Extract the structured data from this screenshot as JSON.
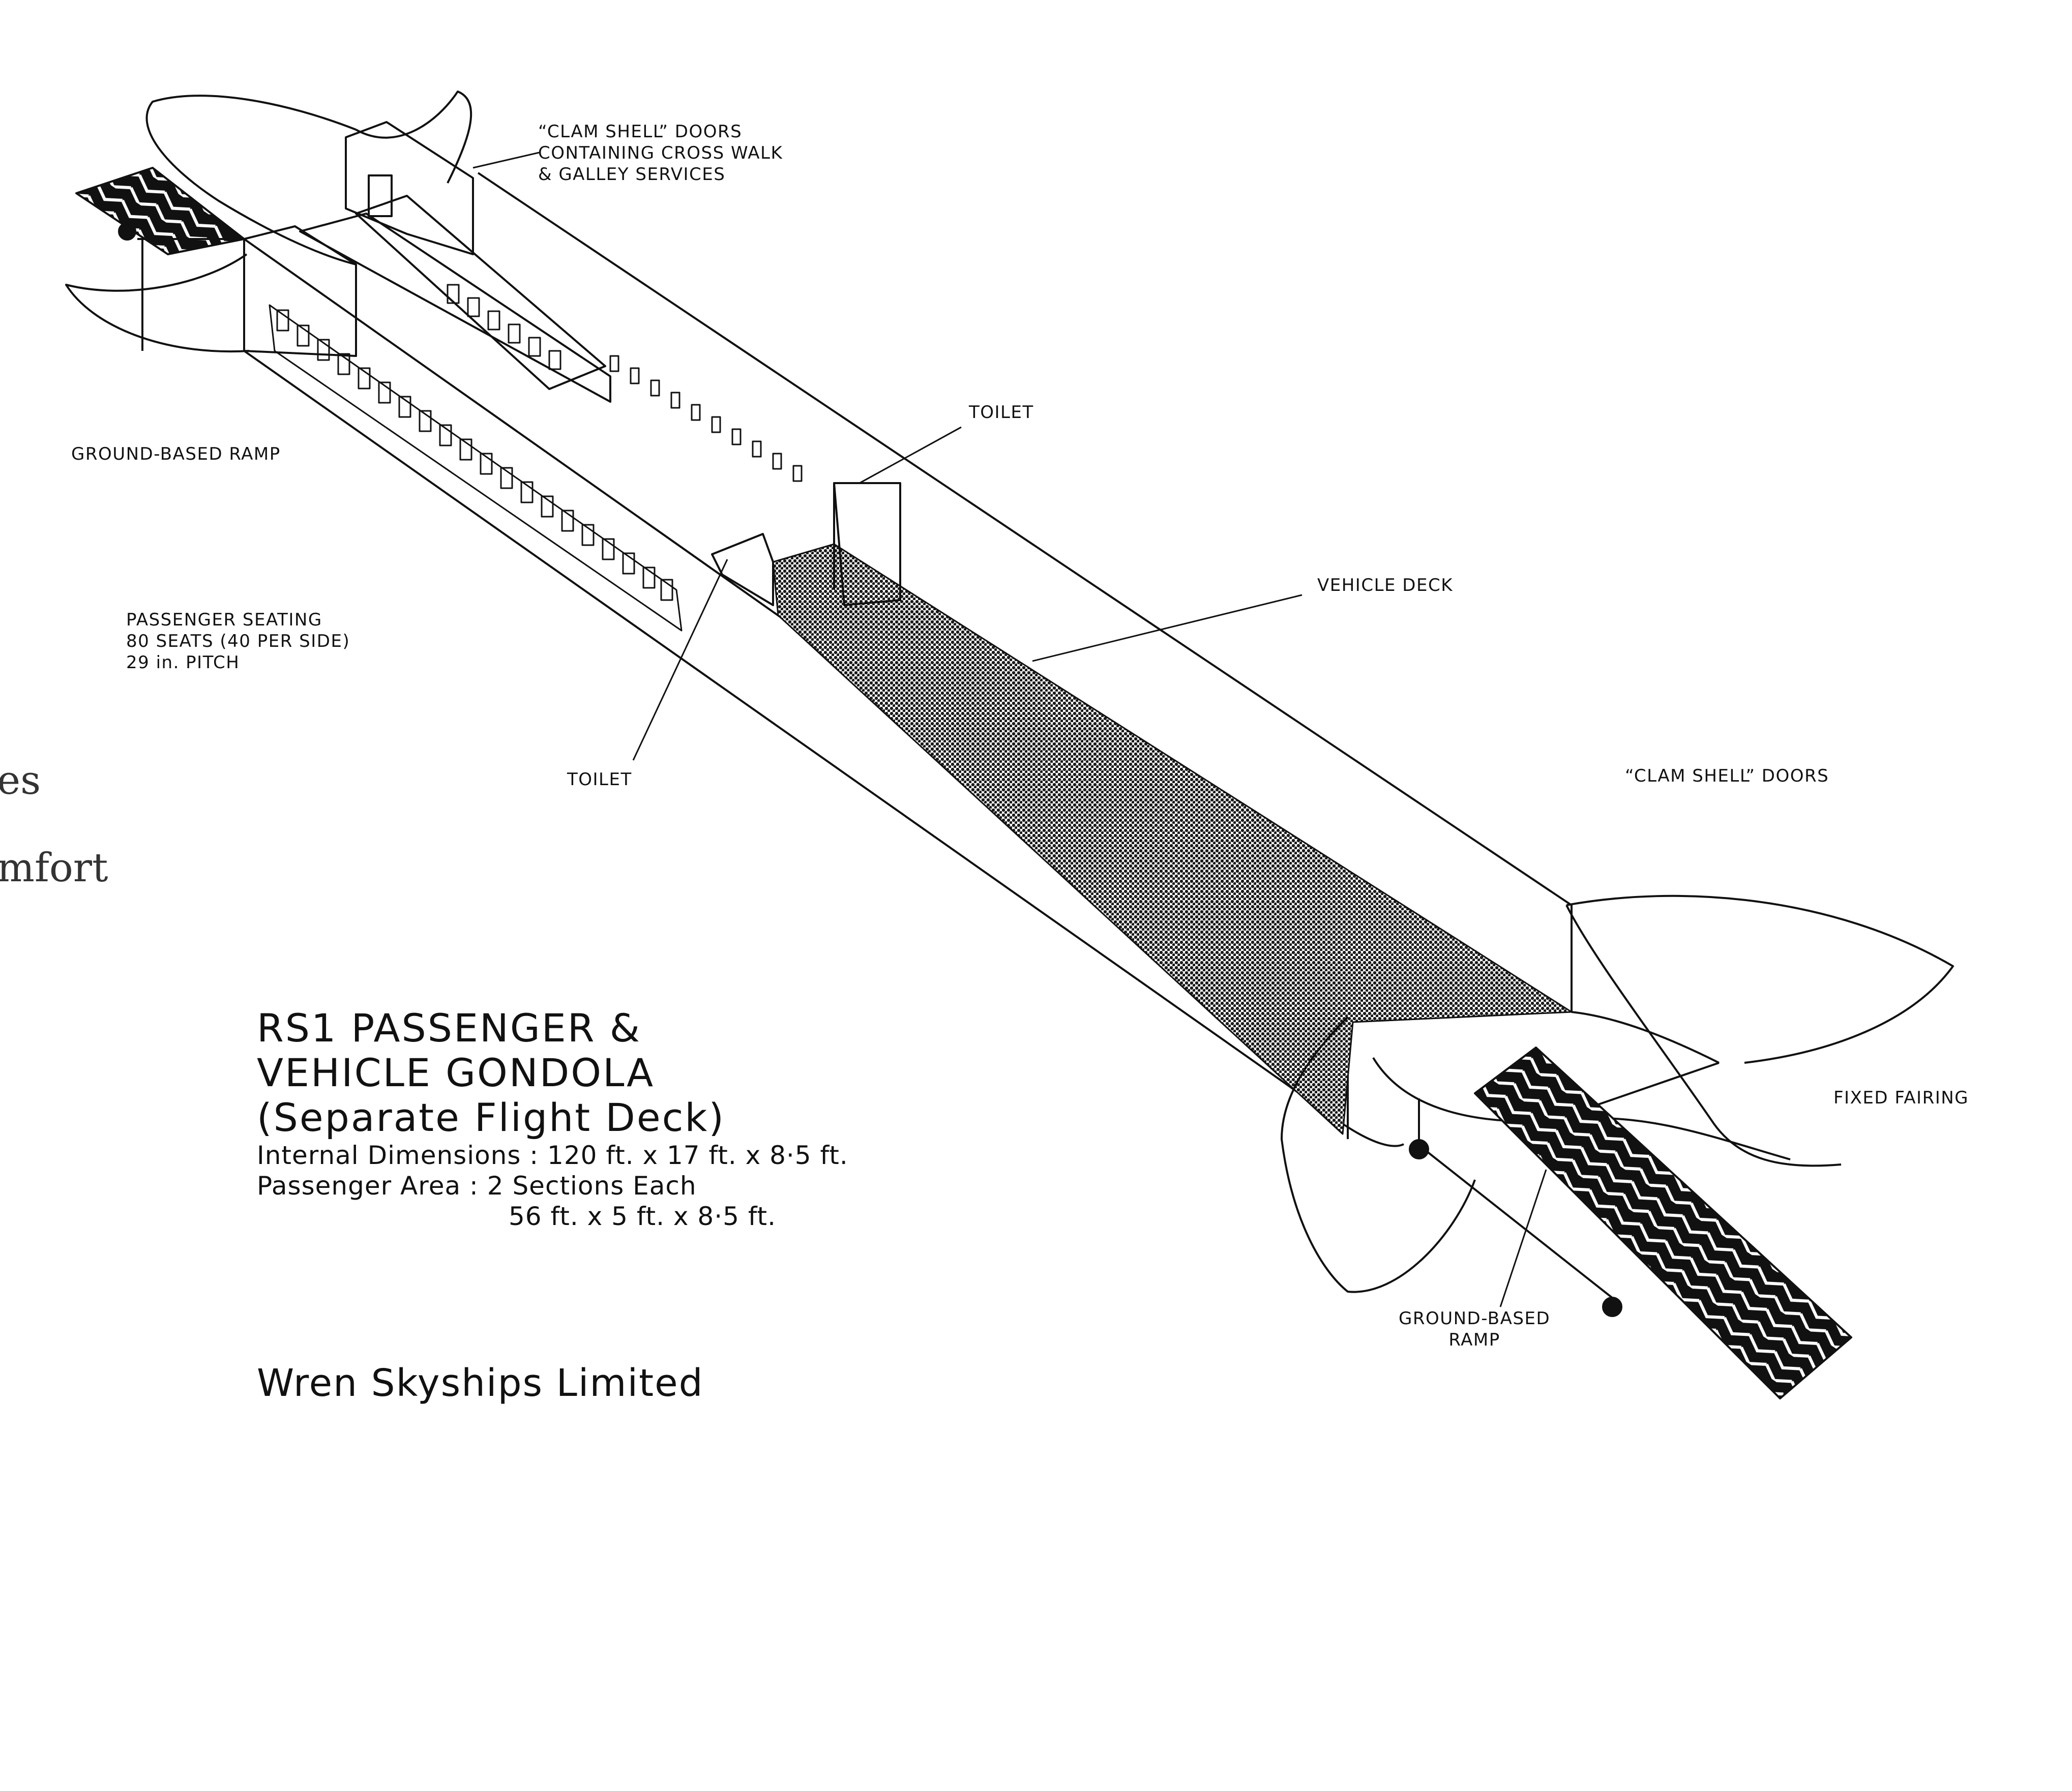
{
  "labels": {
    "clam_shell_top": [
      "“CLAM SHELL” DOORS",
      "CONTAINING CROSS WALK",
      "& GALLEY SERVICES"
    ],
    "ramp_left": "GROUND-BASED RAMP",
    "toilet_upper": "TOILET",
    "vehicle_deck": "VEHICLE DECK",
    "passenger_seating": [
      "PASSENGER SEATING",
      "80 SEATS (40 PER SIDE)",
      "29 in. PITCH"
    ],
    "toilet_lower": "TOILET",
    "clam_shell_right": "“CLAM SHELL” DOORS",
    "fixed_fairing": "FIXED FAIRING",
    "ramp_right": [
      "GROUND-BASED",
      "RAMP"
    ]
  },
  "title": {
    "line1": "RS1 PASSENGER &",
    "line2": "VEHICLE GONDOLA",
    "line3": "(Separate Flight Deck)",
    "dim1": "Internal Dimensions : 120 ft. x 17 ft. x 8·5 ft.",
    "dim2": "Passenger Area :  2 Sections Each",
    "dim3": "56 ft. x 5 ft. x 8·5 ft."
  },
  "company": "Wren Skyships Limited",
  "edge_fragments": [
    "es",
    "mfort"
  ]
}
